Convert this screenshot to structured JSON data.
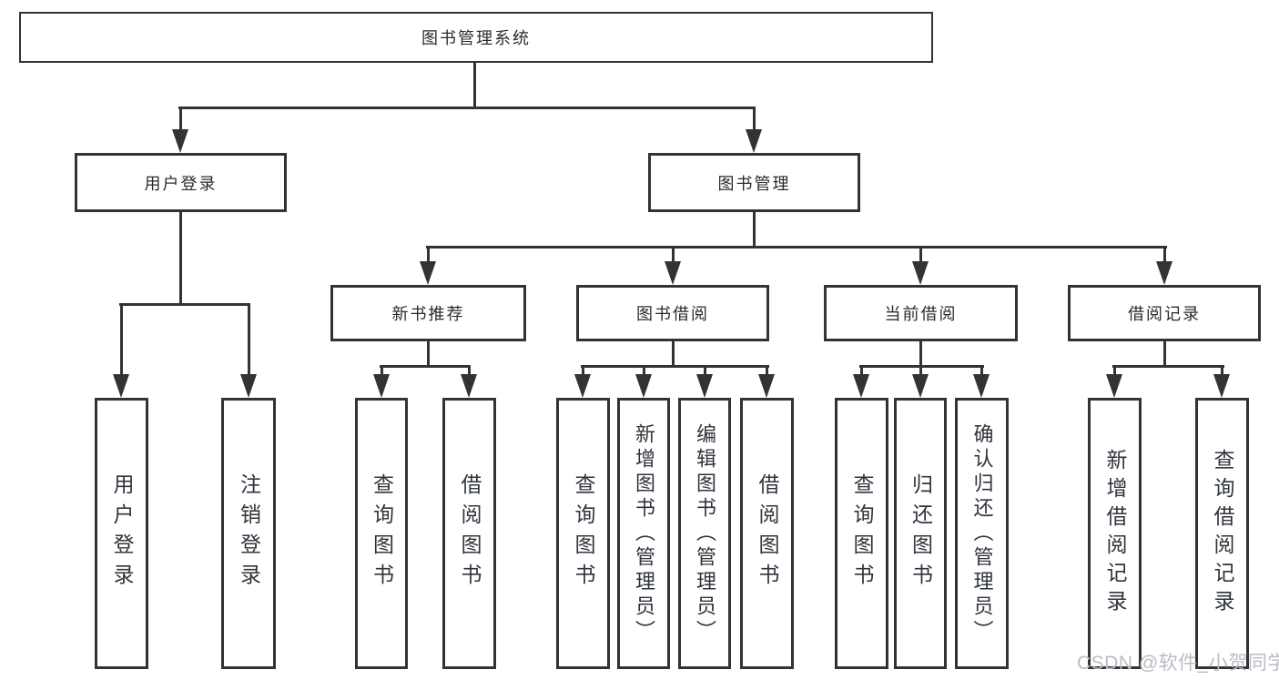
{
  "root": {
    "label": "图书管理系统"
  },
  "branches": [
    {
      "label": "用户登录",
      "children": [
        {
          "label": "用户登录"
        },
        {
          "label": "注销登录"
        }
      ]
    },
    {
      "label": "图书管理",
      "groups": [
        {
          "label": "新书推荐",
          "children": [
            {
              "label": "查询图书"
            },
            {
              "label": "借阅图书"
            }
          ]
        },
        {
          "label": "图书借阅",
          "children": [
            {
              "label": "查询图书"
            },
            {
              "label": "新增图书（管理员）"
            },
            {
              "label": "编辑图书（管理员）"
            },
            {
              "label": "借阅图书"
            }
          ]
        },
        {
          "label": "当前借阅",
          "children": [
            {
              "label": "查询图书"
            },
            {
              "label": "归还图书"
            },
            {
              "label": "确认归还（管理员）"
            }
          ]
        },
        {
          "label": "借阅记录",
          "children": [
            {
              "label": "新增借阅记录"
            },
            {
              "label": "查询借阅记录"
            }
          ]
        }
      ]
    }
  ],
  "watermark": {
    "text": "CSDN @软件_小贺同学"
  },
  "colors": {
    "line": "#333333",
    "text": "#2b2b2b",
    "watermark": "#b9bdc4",
    "background": "#ffffff"
  }
}
